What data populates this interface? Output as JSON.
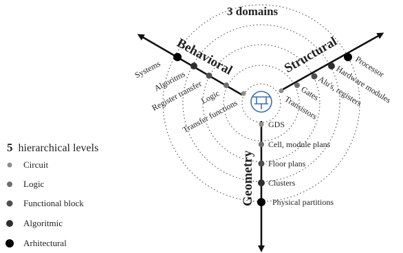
{
  "title": "3 domains",
  "domains": {
    "behavioral": "Behavioral",
    "structural": "Structural",
    "geometry": "Geometry"
  },
  "behavioral_levels": [
    "Systems",
    "Algoritms",
    "Register transfer",
    "Logic",
    "Transfer functions"
  ],
  "structural_levels": [
    "Processor",
    "Hardware modules",
    "Alu's, registers",
    "Gates",
    "Transistors"
  ],
  "geometry_levels": [
    "GDS",
    "Cell, module plans",
    "Floor plans",
    "Clusters",
    "Physical partitions"
  ],
  "legend": {
    "count": "5",
    "title": "hierarchical levels",
    "items": [
      {
        "label": "Circuit",
        "color": "#8c8c8c"
      },
      {
        "label": "Logic",
        "color": "#6e6e6e"
      },
      {
        "label": "Functional block",
        "color": "#4f4f4f"
      },
      {
        "label": "Algoritmic",
        "color": "#2e2e2e"
      },
      {
        "label": "Arhitectural",
        "color": "#000000"
      }
    ]
  },
  "center_icon": "transistor-symbol-icon"
}
